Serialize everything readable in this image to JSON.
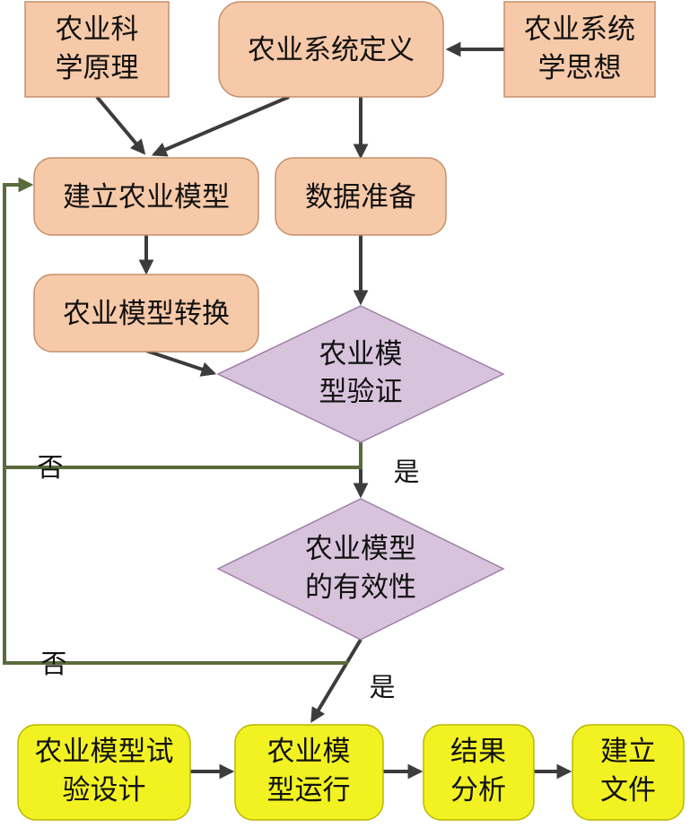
{
  "nodes": {
    "agri_science": {
      "lines": [
        "农业科",
        "学原理"
      ]
    },
    "agri_system_def": {
      "lines": [
        "农业系统定义"
      ]
    },
    "system_thinking": {
      "lines": [
        "农业系统",
        "学思想"
      ]
    },
    "build_model": {
      "lines": [
        "建立农业模型"
      ]
    },
    "data_prep": {
      "lines": [
        "数据准备"
      ]
    },
    "model_convert": {
      "lines": [
        "农业模型转换"
      ]
    },
    "model_verify": {
      "lines": [
        "农业模",
        "型验证"
      ]
    },
    "model_validity": {
      "lines": [
        "农业模型",
        "的有效性"
      ]
    },
    "trial_design": {
      "lines": [
        "农业模型试",
        "验设计"
      ]
    },
    "model_run": {
      "lines": [
        "农业模",
        "型运行"
      ]
    },
    "result_analysis": {
      "lines": [
        "结果",
        "分析"
      ]
    },
    "build_file": {
      "lines": [
        "建立",
        "文件"
      ]
    }
  },
  "edge_labels": {
    "verify_no": "否",
    "verify_yes": "是",
    "validity_no": "否",
    "validity_yes": "是"
  },
  "colors": {
    "peach": "#f6c9a8",
    "yellow": "#f2f223",
    "diamond": "#d8c3dd",
    "arrow": "#3c3c3c",
    "feedback": "#5a6b3c"
  }
}
